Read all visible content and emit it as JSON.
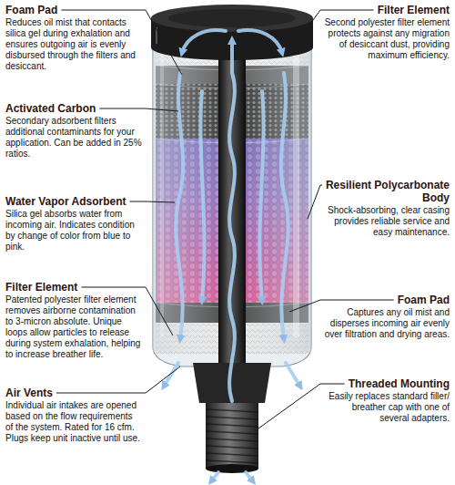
{
  "diagram": {
    "labels": [
      "Foam Pad",
      "Reduces oil mist that contacts silica gel during exhalation and ensures outgoing air is evenly disbursed through the filters and desiccant.",
      "Activated Carbon",
      "Secondary adsorbent filters additional contaminants for your application. Can be added in 25% ratios.",
      "Water Vapor Adsorbent",
      "Silica gel absorbs water from incoming air. Indicates condition by change of color from blue to pink.",
      "Filter Element",
      "Patented polyester filter element removes airborne contamination to 3-micron absolute. Unique loops allow particles to release during system exhalation, helping to increase breather life.",
      "Air Vents",
      "Individual air intakes are opened based on the flow requirements of the system. Rated for 16 cfm. Plugs keep unit inactive until use.",
      "Filter Element",
      "Second polyester filter element protects against any migration of desiccant dust, providing maximum efficiency.",
      "Resilient Polycarbonate Body",
      "Shock-absorbing, clear casing provides reliable service and easy maintenance.",
      "Foam Pad",
      "Captures any oil mist and disperses incoming air evenly over filtration and drying areas.",
      "Threaded Mounting",
      "Easily replaces standard filler/ breather cap with one of several adapters."
    ]
  }
}
